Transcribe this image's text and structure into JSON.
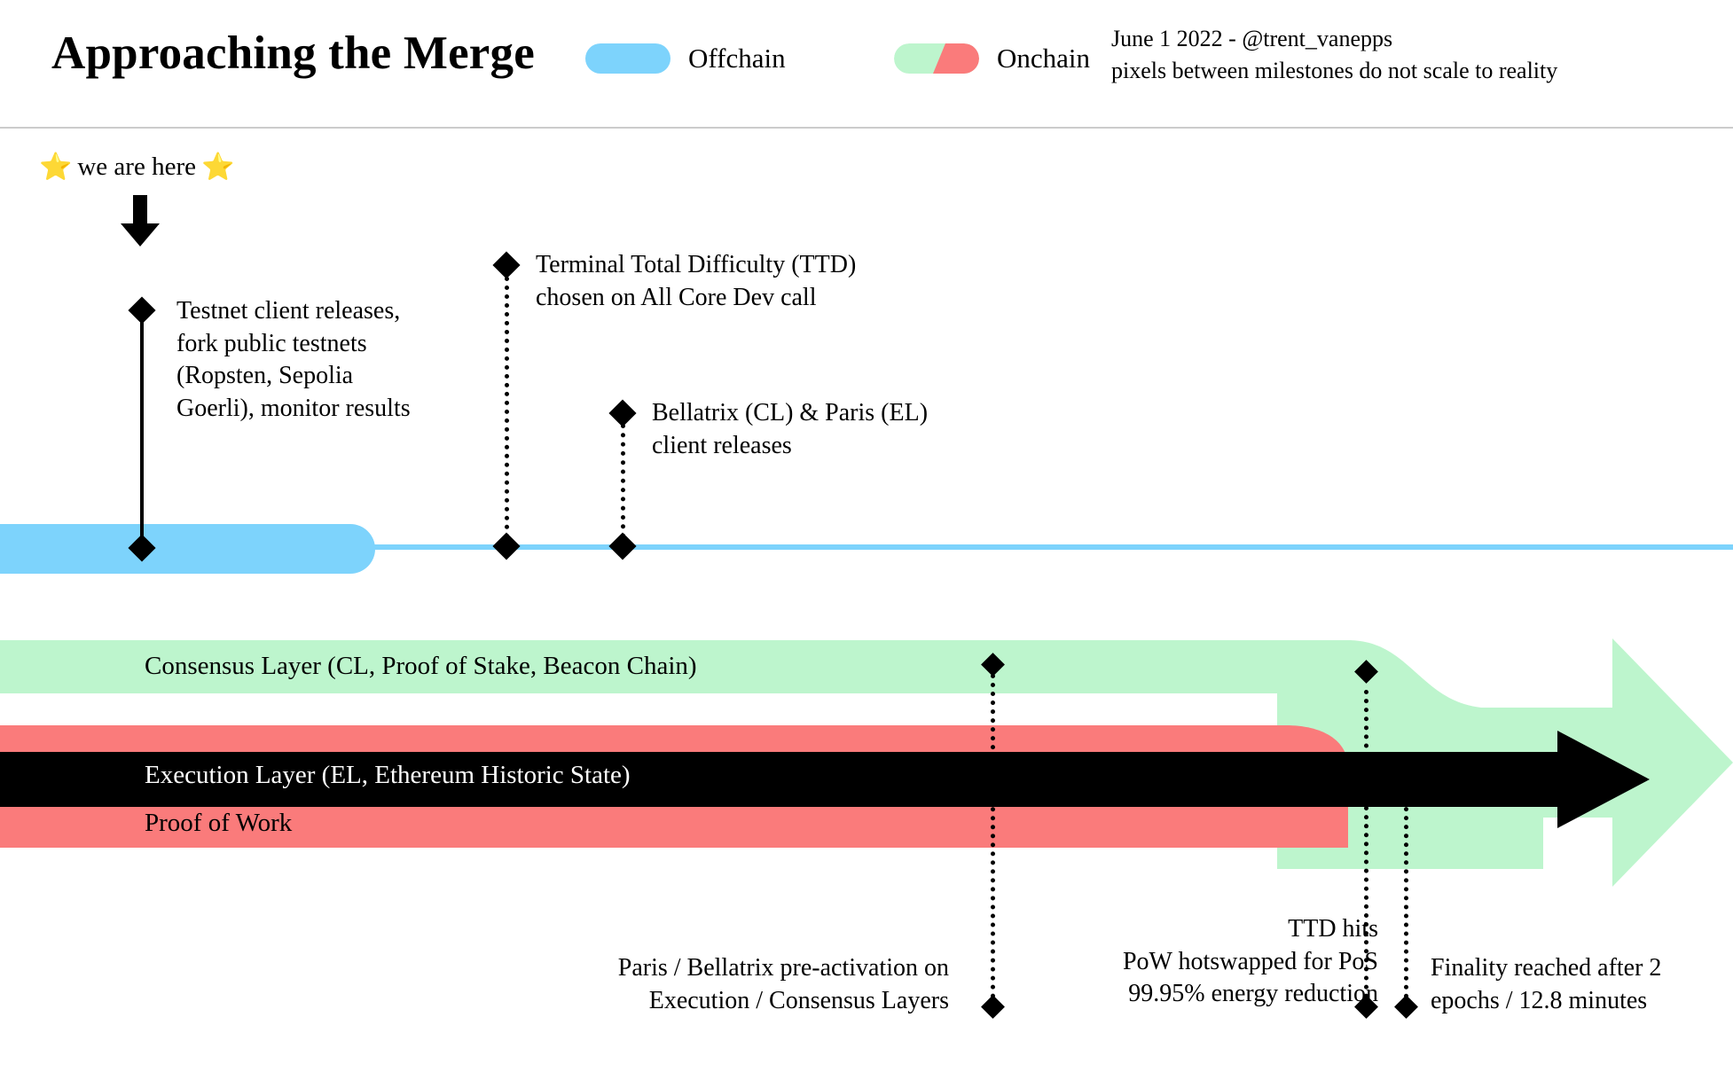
{
  "header": {
    "title": "Approaching the Merge",
    "legend": [
      {
        "name": "offchain",
        "label": "Offchain",
        "color": "#7dd3fc",
        "split": false
      },
      {
        "name": "onchain",
        "label": "Onchain",
        "color_left": "#bdf5cd",
        "color_right": "#fa7b7b",
        "split": true
      }
    ],
    "meta_line_1": "June 1 2022 - @trent_vanepps",
    "meta_line_2": "pixels between milestones do not scale to reality"
  },
  "here_marker": {
    "star_left": "⭐",
    "label": "we are here",
    "star_right": "⭐"
  },
  "offchain": {
    "bar_color": "#7dd3fc",
    "line_color": "#7dd3fc",
    "milestones": [
      {
        "name": "testnet-client-releases",
        "lines": [
          "Testnet client releases,",
          "fork public testnets",
          "(Ropsten, Sepolia",
          "Goerli), monitor results"
        ]
      },
      {
        "name": "terminal-total-difficulty",
        "lines": [
          "Terminal Total Difficulty (TTD)",
          "chosen on All Core Dev call"
        ]
      },
      {
        "name": "bellatrix-paris-client-releases",
        "lines": [
          "Bellatrix (CL) & Paris (EL)",
          "client releases"
        ]
      }
    ]
  },
  "onchain": {
    "consensus_layer": {
      "label": "Consensus Layer (CL, Proof of Stake, Beacon Chain)",
      "color": "#bdf5cd"
    },
    "execution_layer": {
      "label": "Execution Layer (EL, Ethereum Historic State)",
      "color": "#000000"
    },
    "proof_of_work": {
      "label": "Proof of Work",
      "color": "#fa7b7b"
    },
    "milestones": [
      {
        "name": "paris-bellatrix-pre-activation",
        "lines": [
          "Paris / Bellatrix pre-activation on",
          "Execution / Consensus Layers"
        ]
      },
      {
        "name": "ttd-hits",
        "lines": [
          "TTD hits",
          "PoW hotswapped for PoS",
          "99.95% energy reduction"
        ]
      },
      {
        "name": "finality-reached",
        "lines": [
          "Finality reached after 2",
          "epochs / 12.8 minutes"
        ]
      }
    ]
  }
}
